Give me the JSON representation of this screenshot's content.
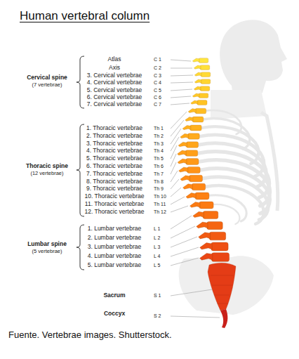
{
  "diagram": {
    "title": "Human vertebral column",
    "caption": "Fuente. Vertebrae images. Shutterstock.",
    "labels": [
      "Cervical spine",
      "(7 vertebrae)",
      "Atlas",
      "C 1",
      "Axis",
      "C 2",
      "3. Cervical vertebrae",
      "C 3",
      "4. Cervical vertebrae",
      "C 4",
      "5. Cervical vertebrae",
      "C 5",
      "6. Cervical vertebrae",
      "C 6",
      "7. Cervical vertebrae",
      "C 7",
      "Thoracic spine",
      "(12 vertebrae)",
      "1. Thoracic vertebrae",
      "Th 1",
      "2. Thoracic vertebrae",
      "Th 2",
      "3. Thoracic vertebrae",
      "Th 3",
      "4. Thoracic vertebrae",
      "Th 4",
      "5. Thoracic vertebrae",
      "Th 5",
      "6. Thoracic vertebrae",
      "Th 6",
      "7. Thoracic vertebrae",
      "Th 7",
      "8. Thoracic vertebrae",
      "Th 8",
      "9. Thoracic vertebrae",
      "Th 9",
      "10. Thoracic vertebrae",
      "Th 10",
      "11. Thoracic vertebrae",
      "Th 11",
      "12. Thoracic vertebrae",
      "Th 12",
      "Lumbar spine",
      "(5 vertebrae)",
      "1. Lumbar vertebrae",
      "L 1",
      "2. Lumbar vertebrae",
      "L 2",
      "3. Lumbar vertebrae",
      "L 3",
      "4. Lumbar vertebrae",
      "L 4",
      "5. Lumbar vertebrae",
      "L 5",
      "Sacrum",
      "S 1",
      "Coccyx",
      "S 2"
    ]
  }
}
